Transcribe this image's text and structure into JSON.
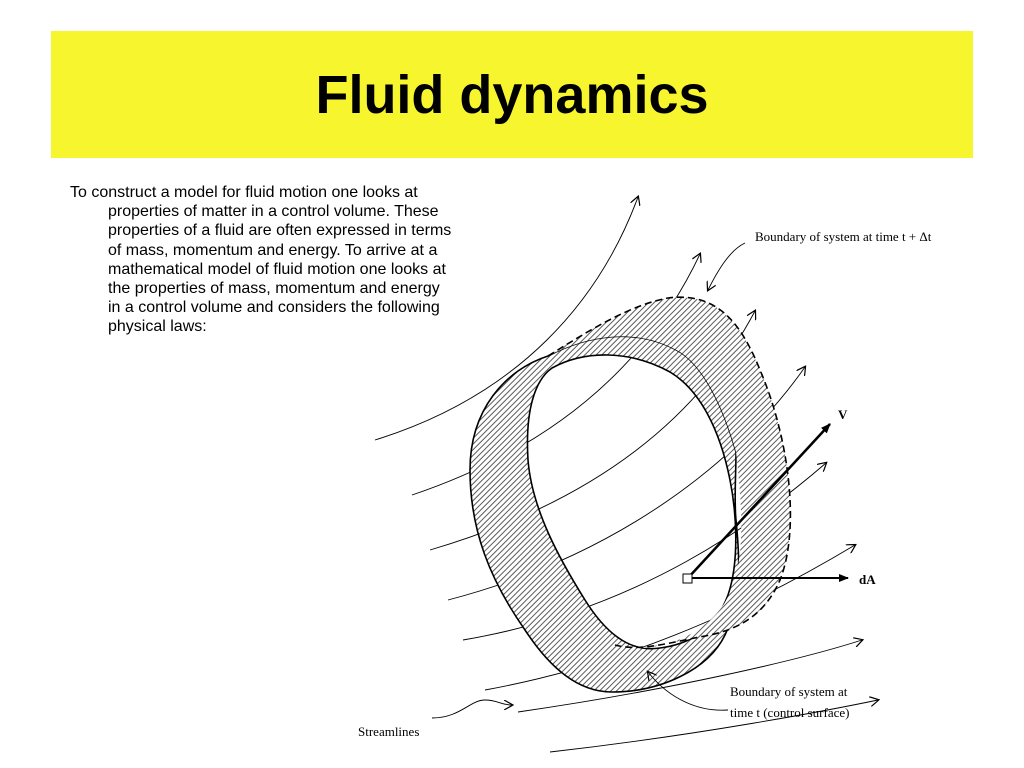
{
  "slide": {
    "title": "Fluid dynamics",
    "body": "To construct a model for fluid motion one looks at properties of matter in a control volume. These properties of a fluid are often expressed in terms of mass, momentum and energy. To arrive at a mathematical model of fluid motion one looks at the properties of mass, momentum and energy in a control volume and considers the following physical laws:"
  },
  "diagram": {
    "label_boundary_dt": "Boundary of system at time t +  Δt",
    "label_velocity": "V",
    "label_area": "dA",
    "label_boundary_t_line1": "Boundary of system at",
    "label_boundary_t_line2": "time t (control surface)",
    "label_streamlines": "Streamlines"
  },
  "colors": {
    "title_background": "#f7f52e"
  }
}
